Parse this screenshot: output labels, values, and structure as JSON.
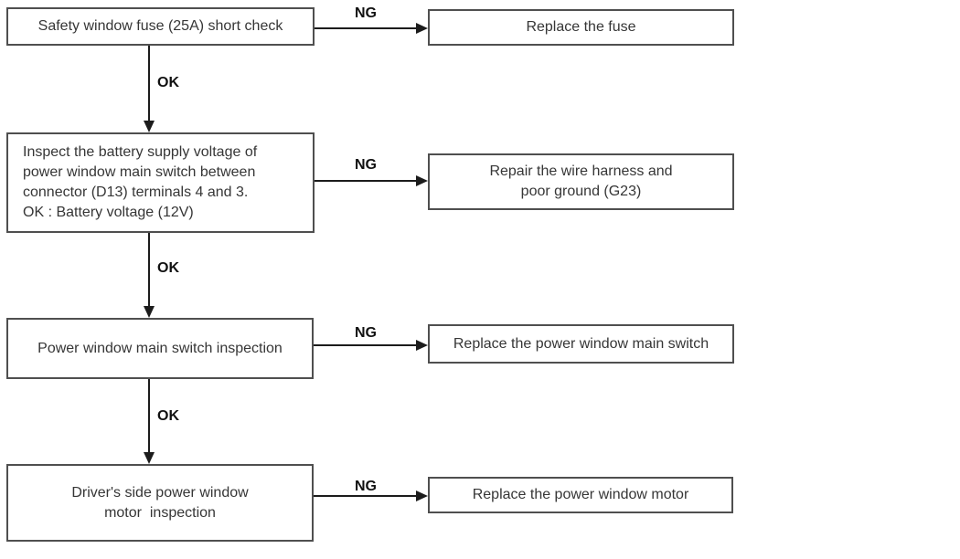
{
  "flowchart": {
    "colors": {
      "background": "#ffffff",
      "box_border": "#4f4f4f",
      "line": "#1c1c1c",
      "text": "#363636"
    },
    "steps": [
      {
        "check": {
          "lines": [
            "Safety window fuse (25A) short check"
          ]
        },
        "ng_label": "NG",
        "ng_action": {
          "lines": [
            "Replace the fuse"
          ]
        },
        "ok_label": "OK"
      },
      {
        "check": {
          "lines": [
            "Inspect the battery supply voltage of",
            "power window main switch between",
            "connector (D13) terminals 4 and 3.",
            "OK : Battery voltage (12V)"
          ]
        },
        "ng_label": "NG",
        "ng_action": {
          "lines": [
            "Repair the wire harness and",
            "poor ground (G23)"
          ]
        },
        "ok_label": "OK"
      },
      {
        "check": {
          "lines": [
            "Power window main switch inspection"
          ]
        },
        "ng_label": "NG",
        "ng_action": {
          "lines": [
            "Replace the power window main switch"
          ]
        },
        "ok_label": "OK"
      },
      {
        "check": {
          "lines": [
            "Driver's side power window",
            "motor  inspection"
          ]
        },
        "ng_label": "NG",
        "ng_action": {
          "lines": [
            "Replace the power window motor"
          ]
        }
      }
    ]
  }
}
